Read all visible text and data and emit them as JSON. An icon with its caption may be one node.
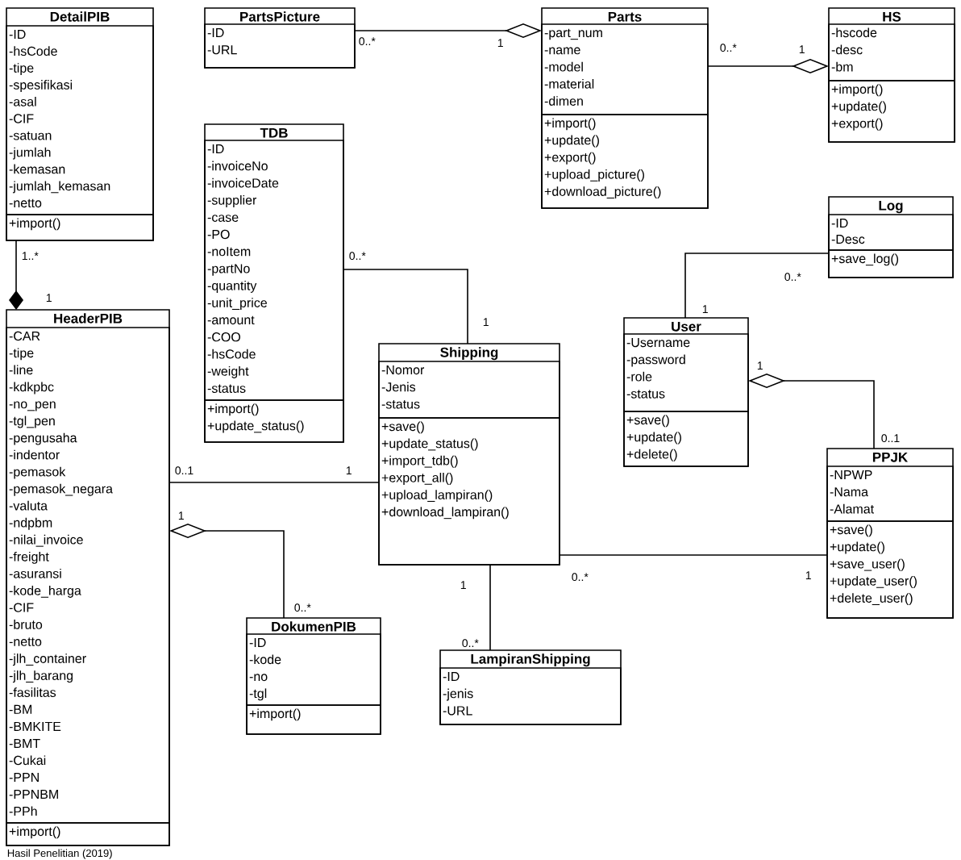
{
  "diagram": {
    "caption": "Hasil Penelitian (2019)",
    "nodes": [
      {
        "text": [
          "DetailPIB"
        ]
      },
      {
        "text": [
          "-ID",
          "-hsCode",
          "-tipe",
          "-spesifikasi",
          "-asal",
          "-CIF",
          "-satuan",
          "-jumlah",
          "-kemasan",
          "-jumlah_kemasan",
          "-netto"
        ],
        "in": 0
      },
      {
        "text": [
          "+import()"
        ],
        "in": 0
      },
      {
        "text": [
          "PartsPicture"
        ]
      },
      {
        "text": [
          "-ID",
          "-URL"
        ],
        "in": 3
      },
      {
        "text": [
          "Parts"
        ]
      },
      {
        "text": [
          "-part_num",
          "-name",
          "-model",
          "-material",
          "-dimen"
        ],
        "in": 5
      },
      {
        "text": [
          "+import()",
          "+update()",
          "+export()",
          "+upload_picture()",
          "+download_picture()"
        ],
        "in": 5
      },
      {
        "text": [
          "HS"
        ]
      },
      {
        "text": [
          "-hscode",
          "-desc",
          "-bm"
        ],
        "in": 8
      },
      {
        "text": [
          "+import()",
          "+update()",
          "+export()"
        ],
        "in": 8
      },
      {
        "text": [
          "TDB"
        ]
      },
      {
        "text": [
          "-ID",
          "-invoiceNo",
          "-invoiceDate",
          "-supplier",
          "-case",
          "-PO",
          "-noItem",
          "-partNo",
          "-quantity",
          "-unit_price",
          "-amount",
          "-COO",
          "-hsCode",
          "-weight",
          "-status"
        ],
        "in": 11
      },
      {
        "text": [
          "+import()",
          "+update_status()"
        ],
        "in": 11
      },
      {
        "text": [
          "Log"
        ]
      },
      {
        "text": [
          "-ID",
          "-Desc"
        ],
        "in": 14
      },
      {
        "text": [
          "+save_log()"
        ],
        "in": 14
      },
      {
        "text": [
          "HeaderPIB"
        ]
      },
      {
        "text": [
          "-CAR",
          "-tipe",
          "-line",
          "-kdkpbc",
          "-no_pen",
          "-tgl_pen",
          "-pengusaha",
          "-indentor",
          "-pemasok",
          "-pemasok_negara",
          "-valuta",
          "-ndpbm",
          "-nilai_invoice",
          "-freight",
          "-asuransi",
          "-kode_harga",
          "-CIF",
          "-bruto",
          "-netto",
          "-jlh_container",
          "-jlh_barang",
          "-fasilitas",
          "-BM",
          "-BMKITE",
          "-BMT",
          "-Cukai",
          "-PPN",
          "-PPNBM",
          "-PPh"
        ],
        "in": 17
      },
      {
        "text": [
          "+import()"
        ],
        "in": 17
      },
      {
        "text": [
          "Shipping"
        ]
      },
      {
        "text": [
          "-Nomor",
          "-Jenis",
          "-status"
        ],
        "in": 20
      },
      {
        "text": [
          "+save()",
          "+update_status()",
          "+import_tdb()",
          "+export_all()",
          "+upload_lampiran()",
          "+download_lampiran()"
        ],
        "in": 20
      },
      {
        "text": [
          "User"
        ]
      },
      {
        "text": [
          "-Username",
          "-password",
          "-role",
          "-status"
        ],
        "in": 23
      },
      {
        "text": [
          "+save()",
          "+update()",
          "+delete()"
        ],
        "in": 23
      },
      {
        "text": [
          "PPJK"
        ]
      },
      {
        "text": [
          "-NPWP",
          "-Nama",
          "-Alamat"
        ],
        "in": 26
      },
      {
        "text": [
          "+save()",
          "+update()",
          "+save_user()",
          "+update_user()",
          "+delete_user()"
        ],
        "in": 26
      },
      {
        "text": [
          "DokumenPIB"
        ]
      },
      {
        "text": [
          "-ID",
          "-kode",
          "-no",
          "-tgl"
        ],
        "in": 29
      },
      {
        "text": [
          "+import()"
        ],
        "in": 29
      },
      {
        "text": [
          "LampiranShipping"
        ]
      },
      {
        "text": [
          "-ID",
          "-jenis",
          "-URL"
        ],
        "in": 32
      }
    ],
    "edges": [
      {
        "from": 0,
        "to": 17,
        "arrow": "other"
      },
      {
        "from": 3,
        "to": 5,
        "arrow": "other"
      },
      {
        "from": 5,
        "to": 8,
        "arrow": "other"
      },
      {
        "from": 11,
        "to": 20,
        "arrow": "none"
      },
      {
        "from": 14,
        "to": 23,
        "arrow": "none"
      },
      {
        "from": 26,
        "to": 23,
        "arrow": "other"
      },
      {
        "from": 17,
        "to": 20,
        "arrow": "none"
      },
      {
        "from": 29,
        "to": 17,
        "arrow": "other"
      },
      {
        "from": 20,
        "to": 32,
        "arrow": "none"
      },
      {
        "from": 20,
        "to": 26,
        "arrow": "none"
      }
    ],
    "labels": [
      "1..*",
      "1",
      "0..*",
      "1",
      "0..*",
      "1",
      "0..*",
      "1",
      "0..*",
      "1",
      "0..1",
      "1",
      "0..1",
      "1",
      "0..*",
      "1",
      "1",
      "0..*",
      "0..*",
      "1"
    ]
  }
}
